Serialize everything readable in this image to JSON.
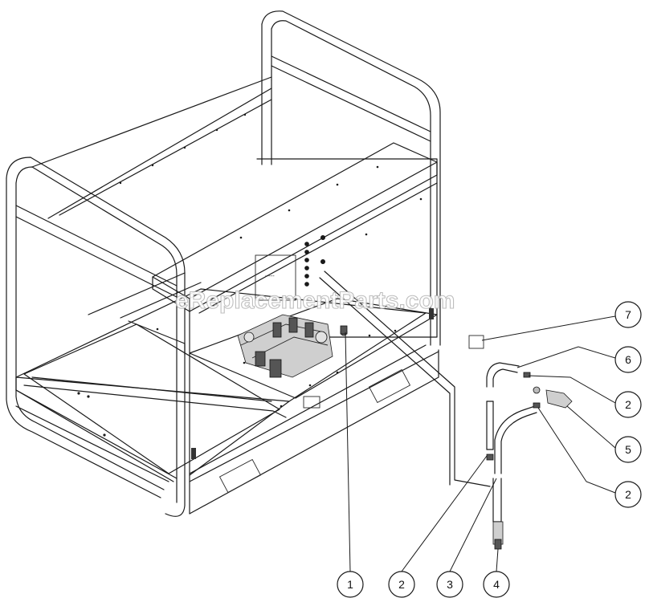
{
  "watermark": "eReplacementParts.com",
  "callouts": [
    {
      "id": "callout-1-bottom",
      "label": "1"
    },
    {
      "id": "callout-2-bottom",
      "label": "2"
    },
    {
      "id": "callout-3-bottom",
      "label": "3"
    },
    {
      "id": "callout-4-bottom",
      "label": "4"
    },
    {
      "id": "callout-7-right",
      "label": "7"
    },
    {
      "id": "callout-6-right",
      "label": "6"
    },
    {
      "id": "callout-2-right-upper",
      "label": "2"
    },
    {
      "id": "callout-5-right",
      "label": "5"
    },
    {
      "id": "callout-2-right-lower",
      "label": "2"
    }
  ]
}
